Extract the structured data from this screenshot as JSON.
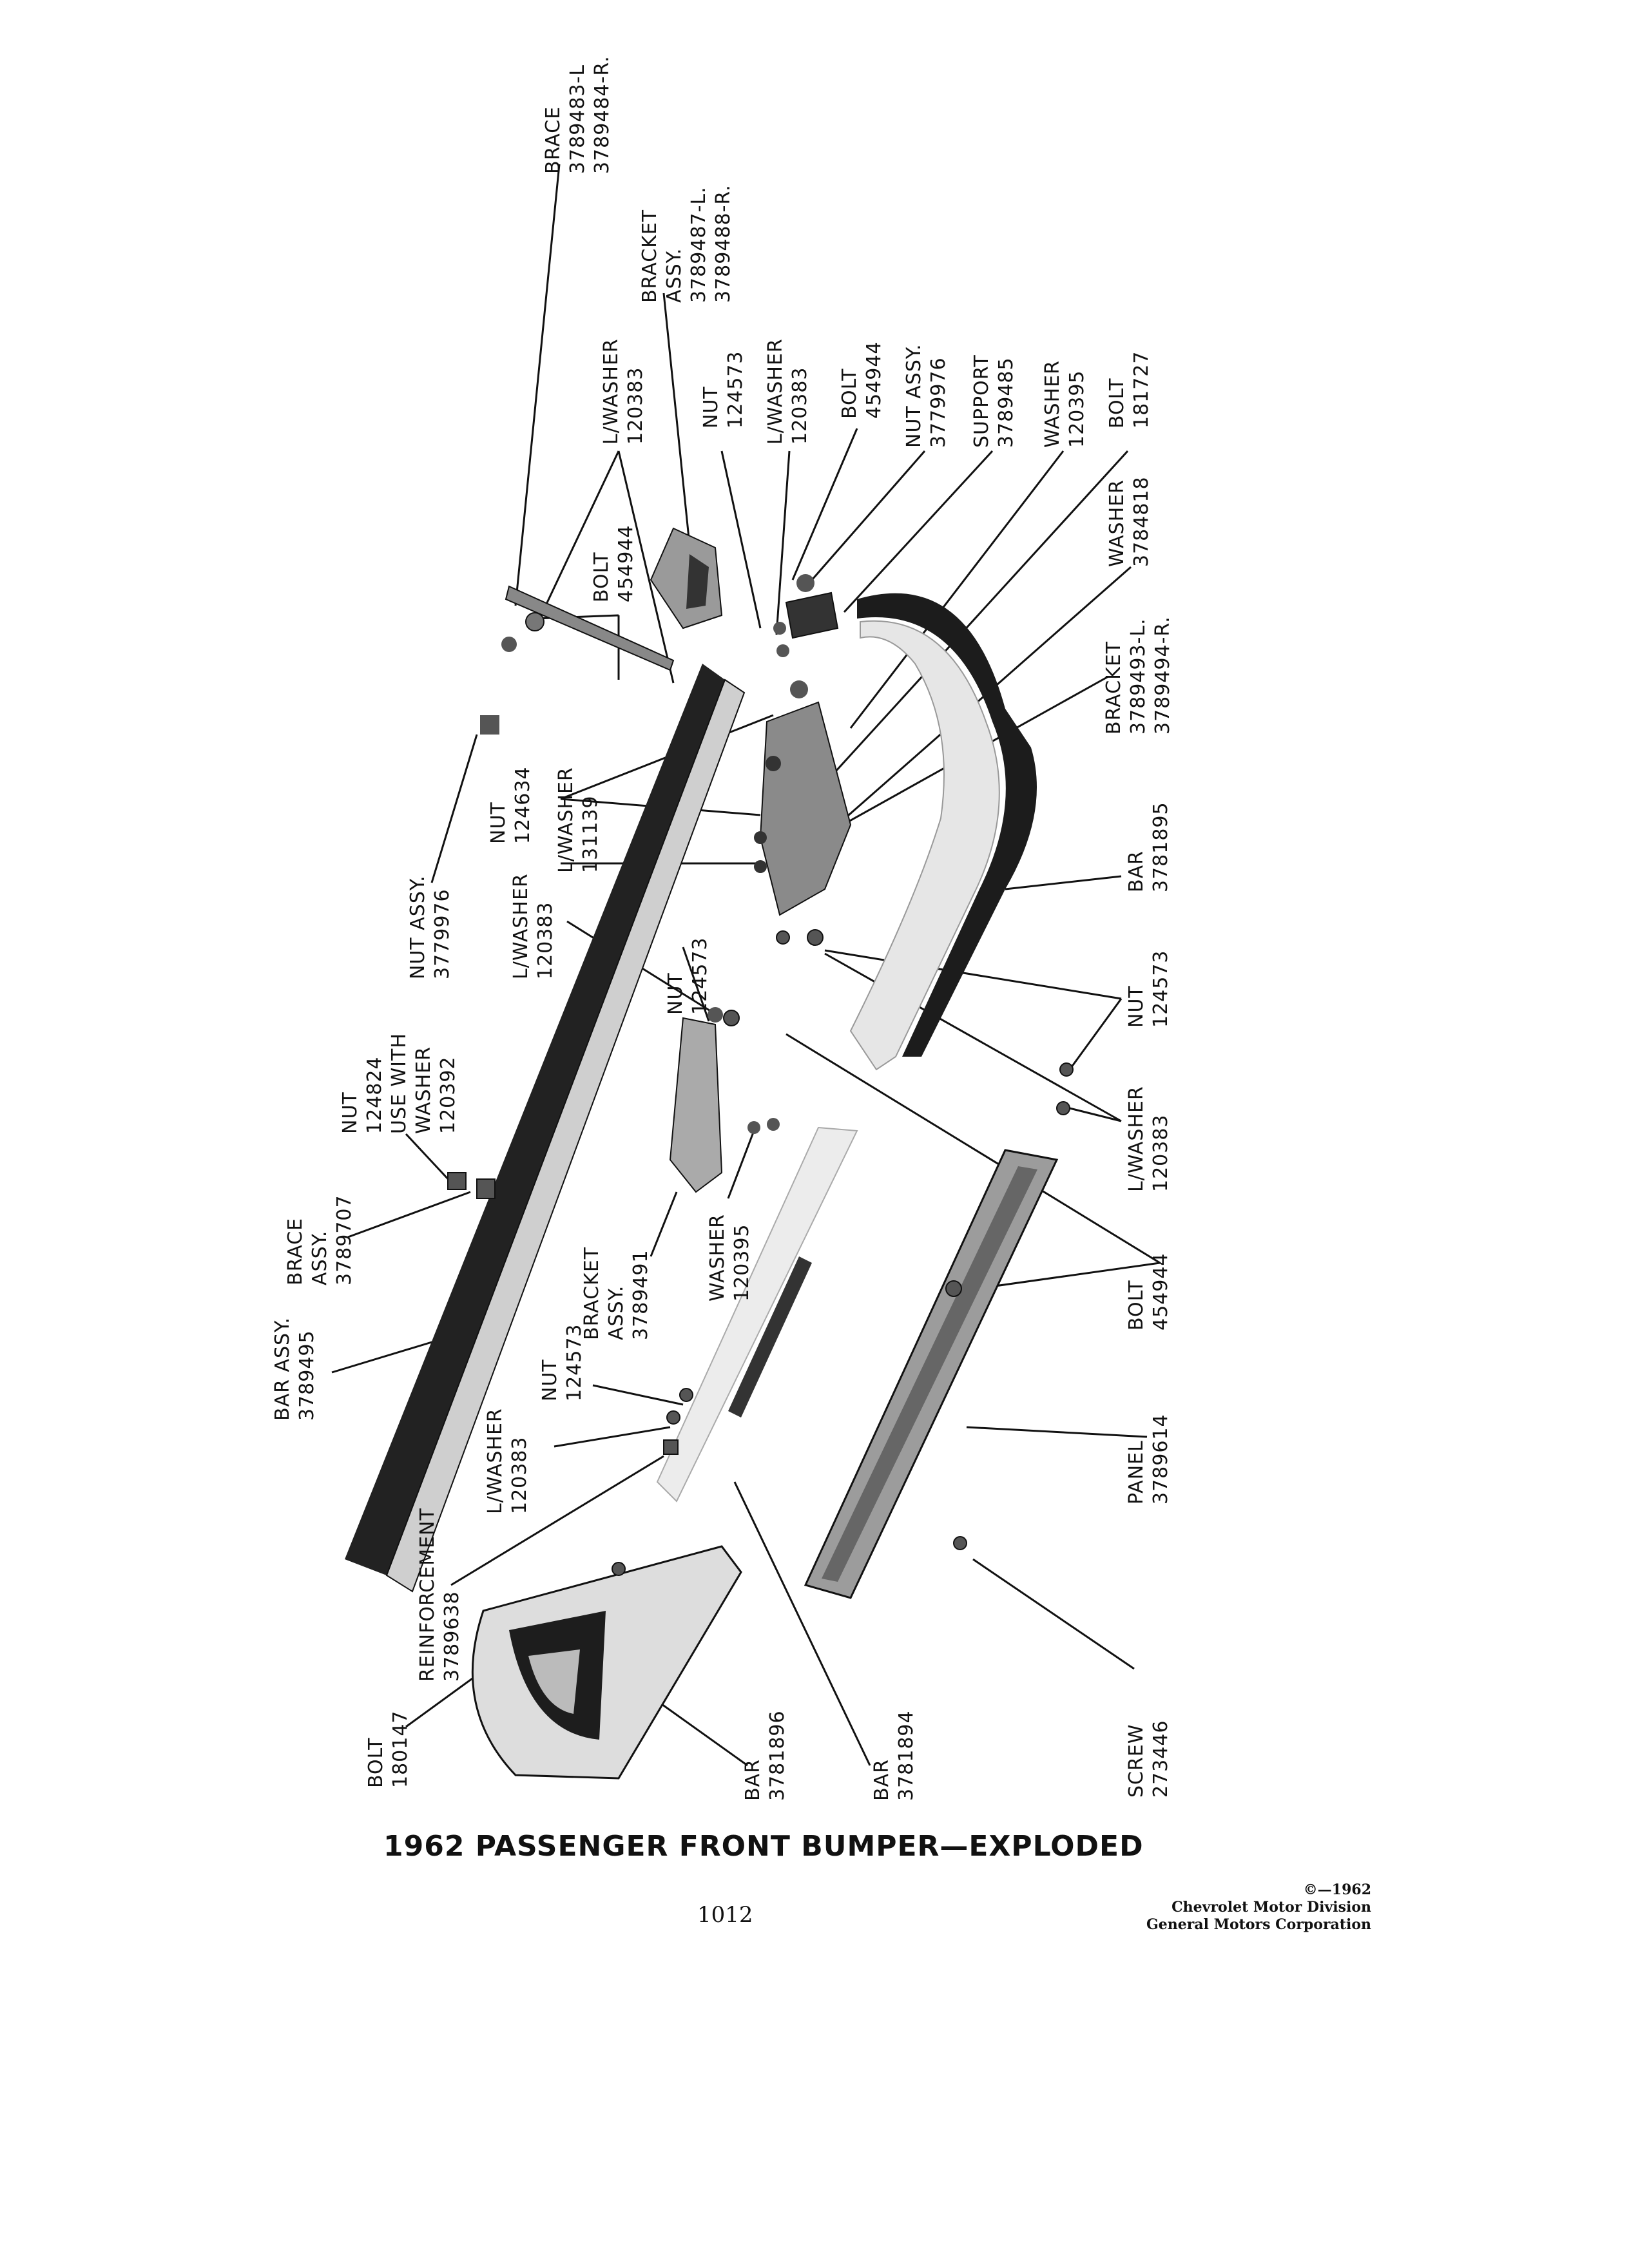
{
  "title": "1962 PASSENGER FRONT BUMPER—EXPLODED",
  "page_number": "1012",
  "copyright": {
    "line1": "©—1962",
    "line2": "Chevrolet Motor Division",
    "line3": "General Motors Corporation"
  },
  "labels": {
    "brace_top": [
      "BRACE",
      "3789483-L",
      "3789484-R."
    ],
    "bracket_assy_top": [
      "BRACKET",
      "ASSY.",
      "3789487-L.",
      "3789488-R."
    ],
    "lwasher_top1": [
      "L/WASHER",
      "120383"
    ],
    "nut_top": [
      "NUT",
      "124573"
    ],
    "lwasher_top2": [
      "L/WASHER",
      "120383"
    ],
    "bolt_top": [
      "BOLT",
      "454944"
    ],
    "nut_assy_top": [
      "NUT ASSY.",
      "3779976"
    ],
    "support": [
      "SUPPORT",
      "3789485"
    ],
    "washer_top": [
      "WASHER",
      "120395"
    ],
    "bolt_181727": [
      "BOLT",
      "181727"
    ],
    "washer_3784818": [
      "WASHER",
      "3784818"
    ],
    "bolt_mid": [
      "BOLT",
      "454944"
    ],
    "bracket_right": [
      "BRACKET",
      "3789493-L.",
      "3789494-R."
    ],
    "bar_3781895": [
      "BAR",
      "3781895"
    ],
    "nut_right": [
      "NUT",
      "124573"
    ],
    "lwasher_right": [
      "L/WASHER",
      "120383"
    ],
    "bolt_bottom": [
      "BOLT",
      "454944"
    ],
    "panel": [
      "PANEL",
      "3789614"
    ],
    "screw": [
      "SCREW",
      "273446"
    ],
    "nut_assy_left": [
      "NUT ASSY.",
      "3779976"
    ],
    "nut_lwasher_mid": [
      "NUT",
      "124634"
    ],
    "lwasher_131139": [
      "L/WASHER",
      "131139"
    ],
    "lwasher_mid": [
      "L/WASHER",
      "120383"
    ],
    "nut_mid": [
      "NUT",
      "124573"
    ],
    "nut_124824": [
      "NUT",
      "124824",
      "USE WITH",
      "WASHER",
      "120392"
    ],
    "brace_assy": [
      "BRACE",
      "ASSY.",
      "3789707"
    ],
    "bracket_assy_3789491": [
      "BRACKET",
      "ASSY.",
      "3789491"
    ],
    "washer_120395_low": [
      "WASHER",
      "120395"
    ],
    "bar_assy": [
      "BAR ASSY.",
      "3789495"
    ],
    "nut_low": [
      "NUT",
      "124573"
    ],
    "lwasher_low": [
      "L/WASHER",
      "120383"
    ],
    "reinforcement": [
      "REINFORCEMENT",
      "3789638"
    ],
    "bolt_180147": [
      "BOLT",
      "180147"
    ],
    "bar_3781896": [
      "BAR",
      "3781896"
    ],
    "bar_3781894": [
      "BAR",
      "3781894"
    ]
  }
}
